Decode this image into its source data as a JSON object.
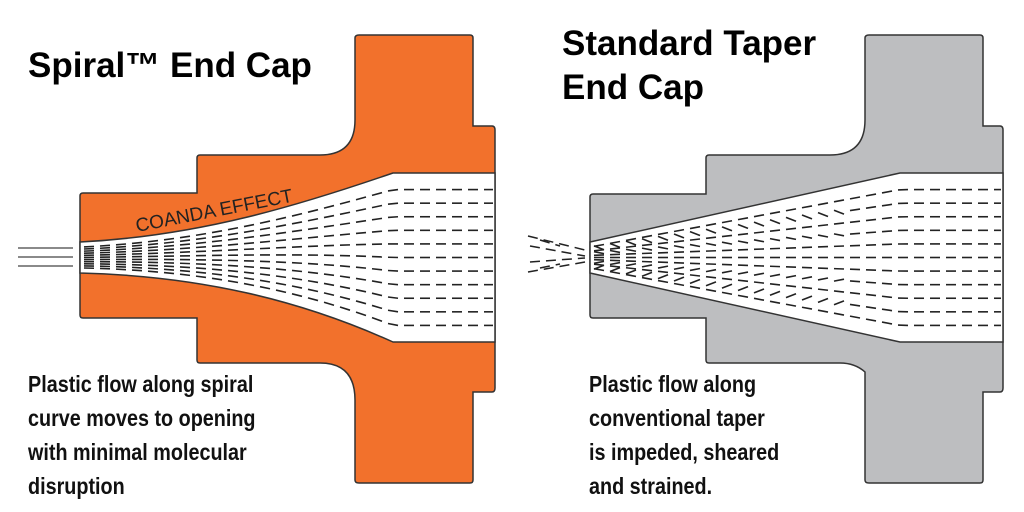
{
  "colors": {
    "spiral_fill": "#f2712c",
    "standard_fill": "#bdbec0",
    "outline": "#333333",
    "dash": "#222222"
  },
  "spiral": {
    "title": "Spiral™ End Cap",
    "label": "COANDA EFFECT",
    "description": [
      "Plastic flow along spiral",
      "curve moves to opening",
      "with minimal molecular",
      "disruption"
    ]
  },
  "standard": {
    "title_lines": [
      "Standard Taper",
      "End Cap"
    ],
    "description": [
      "Plastic flow along",
      "conventional taper",
      "is impeded, sheared",
      "and strained."
    ]
  }
}
